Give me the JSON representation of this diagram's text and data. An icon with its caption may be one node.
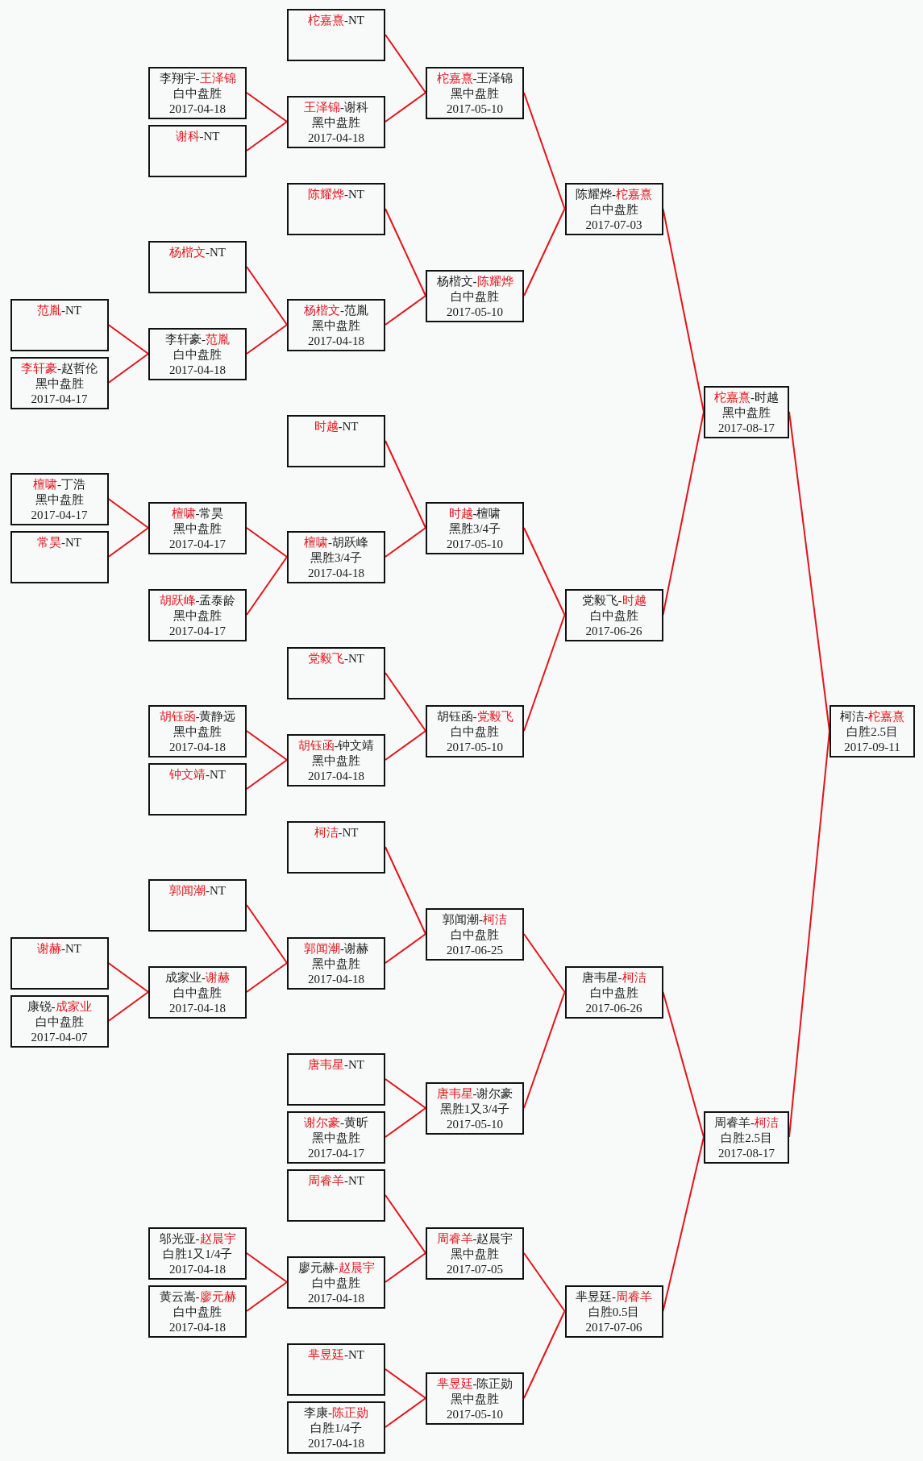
{
  "diagram": {
    "nodes": [
      {
        "text": [
          "**范胤**-NT"
        ]
      },
      {
        "text": [
          "**李轩豪**-赵哲伦",
          "黑中盘胜",
          "2017-04-17"
        ]
      },
      {
        "text": [
          "**檀啸**-丁浩",
          "黑中盘胜",
          "2017-04-17"
        ]
      },
      {
        "text": [
          "**常昊**-NT"
        ]
      },
      {
        "text": [
          "**谢赫**-NT"
        ]
      },
      {
        "text": [
          "康锐-**成家业**",
          "白中盘胜",
          "2017-04-07"
        ]
      },
      {
        "text": [
          "李翔宇-**王泽锦**",
          "白中盘胜",
          "2017-04-18"
        ]
      },
      {
        "text": [
          "**谢科**-NT"
        ]
      },
      {
        "text": [
          "**杨楷文**-NT"
        ]
      },
      {
        "text": [
          "李轩豪-**范胤**",
          "白中盘胜",
          "2017-04-18"
        ]
      },
      {
        "text": [
          "**檀啸**-常昊",
          "黑中盘胜",
          "2017-04-17"
        ]
      },
      {
        "text": [
          "**胡跃峰**-孟泰龄",
          "黑中盘胜",
          "2017-04-17"
        ]
      },
      {
        "text": [
          "**胡钰函**-黄静远",
          "黑中盘胜",
          "2017-04-18"
        ]
      },
      {
        "text": [
          "**钟文靖**-NT"
        ]
      },
      {
        "text": [
          "**郭闻潮**-NT"
        ]
      },
      {
        "text": [
          "成家业-**谢赫**",
          "白中盘胜",
          "2017-04-18"
        ]
      },
      {
        "text": [
          "邬光亚-**赵晨宇**",
          "白胜1又1/4子",
          "2017-04-18"
        ]
      },
      {
        "text": [
          "黄云嵩-**廖元赫**",
          "白中盘胜",
          "2017-04-18"
        ]
      },
      {
        "text": [
          "**柁嘉熹**-NT"
        ]
      },
      {
        "text": [
          "**王泽锦**-谢科",
          "黑中盘胜",
          "2017-04-18"
        ]
      },
      {
        "text": [
          "**陈耀烨**-NT"
        ]
      },
      {
        "text": [
          "**杨楷文**-范胤",
          "黑中盘胜",
          "2017-04-18"
        ]
      },
      {
        "text": [
          "**时越**-NT"
        ]
      },
      {
        "text": [
          "**檀啸**-胡跃峰",
          "黑胜3/4子",
          "2017-04-18"
        ]
      },
      {
        "text": [
          "**党毅飞**-NT"
        ]
      },
      {
        "text": [
          "**胡钰函**-钟文靖",
          "黑中盘胜",
          "2017-04-18"
        ]
      },
      {
        "text": [
          "**柯洁**-NT"
        ]
      },
      {
        "text": [
          "**郭闻潮**-谢赫",
          "黑中盘胜",
          "2017-04-18"
        ]
      },
      {
        "text": [
          "**唐韦星**-NT"
        ]
      },
      {
        "text": [
          "**谢尔豪**-黄昕",
          "黑中盘胜",
          "2017-04-17"
        ]
      },
      {
        "text": [
          "**周睿羊**-NT"
        ]
      },
      {
        "text": [
          "廖元赫-**赵晨宇**",
          "白中盘胜",
          "2017-04-18"
        ]
      },
      {
        "text": [
          "**芈昱廷**-NT"
        ]
      },
      {
        "text": [
          "李康-**陈正勋**",
          "白胜1/4子",
          "2017-04-18"
        ]
      },
      {
        "text": [
          "**柁嘉熹**-王泽锦",
          "黑中盘胜",
          "2017-05-10"
        ]
      },
      {
        "text": [
          "杨楷文-**陈耀烨**",
          "白中盘胜",
          "2017-05-10"
        ]
      },
      {
        "text": [
          "**时越**-檀啸",
          "黑胜3/4子",
          "2017-05-10"
        ]
      },
      {
        "text": [
          "胡钰函-**党毅飞**",
          "白中盘胜",
          "2017-05-10"
        ]
      },
      {
        "text": [
          "郭闻潮-**柯洁**",
          "白中盘胜",
          "2017-06-25"
        ]
      },
      {
        "text": [
          "**唐韦星**-谢尔豪",
          "黑胜1又3/4子",
          "2017-05-10"
        ]
      },
      {
        "text": [
          "**周睿羊**-赵晨宇",
          "黑中盘胜",
          "2017-07-05"
        ]
      },
      {
        "text": [
          "**芈昱廷**-陈正勋",
          "黑中盘胜",
          "2017-05-10"
        ]
      },
      {
        "text": [
          "陈耀烨-**柁嘉熹**",
          "白中盘胜",
          "2017-07-03"
        ]
      },
      {
        "text": [
          "党毅飞-**时越**",
          "白中盘胜",
          "2017-06-26"
        ]
      },
      {
        "text": [
          "唐韦星-**柯洁**",
          "白中盘胜",
          "2017-06-26"
        ]
      },
      {
        "text": [
          "芈昱廷-**周睿羊**",
          "白胜0.5目",
          "2017-07-06"
        ]
      },
      {
        "text": [
          "**柁嘉熹**-时越",
          "黑中盘胜",
          "2017-08-17"
        ]
      },
      {
        "text": [
          "周睿羊-**柯洁**",
          "白胜2.5目",
          "2017-08-17"
        ]
      },
      {
        "text": [
          "柯洁-**柁嘉熹**",
          "白胜2.5目",
          "2017-09-11"
        ]
      }
    ],
    "edges": [
      {
        "from": 0,
        "to": 9,
        "arrow": "none"
      },
      {
        "from": 1,
        "to": 9,
        "arrow": "none"
      },
      {
        "from": 2,
        "to": 10,
        "arrow": "none"
      },
      {
        "from": 3,
        "to": 10,
        "arrow": "none"
      },
      {
        "from": 4,
        "to": 15,
        "arrow": "none"
      },
      {
        "from": 5,
        "to": 15,
        "arrow": "none"
      },
      {
        "from": 6,
        "to": 19,
        "arrow": "none"
      },
      {
        "from": 7,
        "to": 19,
        "arrow": "none"
      },
      {
        "from": 8,
        "to": 21,
        "arrow": "none"
      },
      {
        "from": 9,
        "to": 21,
        "arrow": "none"
      },
      {
        "from": 10,
        "to": 23,
        "arrow": "none"
      },
      {
        "from": 11,
        "to": 23,
        "arrow": "none"
      },
      {
        "from": 12,
        "to": 25,
        "arrow": "none"
      },
      {
        "from": 13,
        "to": 25,
        "arrow": "none"
      },
      {
        "from": 14,
        "to": 27,
        "arrow": "none"
      },
      {
        "from": 15,
        "to": 27,
        "arrow": "none"
      },
      {
        "from": 16,
        "to": 31,
        "arrow": "none"
      },
      {
        "from": 17,
        "to": 31,
        "arrow": "none"
      },
      {
        "from": 18,
        "to": 34,
        "arrow": "none"
      },
      {
        "from": 19,
        "to": 34,
        "arrow": "none"
      },
      {
        "from": 20,
        "to": 35,
        "arrow": "none"
      },
      {
        "from": 21,
        "to": 35,
        "arrow": "none"
      },
      {
        "from": 22,
        "to": 36,
        "arrow": "none"
      },
      {
        "from": 23,
        "to": 36,
        "arrow": "none"
      },
      {
        "from": 24,
        "to": 37,
        "arrow": "none"
      },
      {
        "from": 25,
        "to": 37,
        "arrow": "none"
      },
      {
        "from": 26,
        "to": 38,
        "arrow": "none"
      },
      {
        "from": 27,
        "to": 38,
        "arrow": "none"
      },
      {
        "from": 28,
        "to": 39,
        "arrow": "none"
      },
      {
        "from": 29,
        "to": 39,
        "arrow": "none"
      },
      {
        "from": 30,
        "to": 40,
        "arrow": "none"
      },
      {
        "from": 31,
        "to": 40,
        "arrow": "none"
      },
      {
        "from": 32,
        "to": 41,
        "arrow": "none"
      },
      {
        "from": 33,
        "to": 41,
        "arrow": "none"
      },
      {
        "from": 34,
        "to": 42,
        "arrow": "none"
      },
      {
        "from": 35,
        "to": 42,
        "arrow": "none"
      },
      {
        "from": 36,
        "to": 43,
        "arrow": "none"
      },
      {
        "from": 37,
        "to": 43,
        "arrow": "none"
      },
      {
        "from": 38,
        "to": 44,
        "arrow": "none"
      },
      {
        "from": 39,
        "to": 44,
        "arrow": "none"
      },
      {
        "from": 40,
        "to": 45,
        "arrow": "none"
      },
      {
        "from": 41,
        "to": 45,
        "arrow": "none"
      },
      {
        "from": 42,
        "to": 46,
        "arrow": "none"
      },
      {
        "from": 43,
        "to": 46,
        "arrow": "none"
      },
      {
        "from": 44,
        "to": 47,
        "arrow": "none"
      },
      {
        "from": 45,
        "to": 47,
        "arrow": "none"
      },
      {
        "from": 46,
        "to": 48,
        "arrow": "none"
      },
      {
        "from": 47,
        "to": 48,
        "arrow": "none"
      }
    ]
  }
}
